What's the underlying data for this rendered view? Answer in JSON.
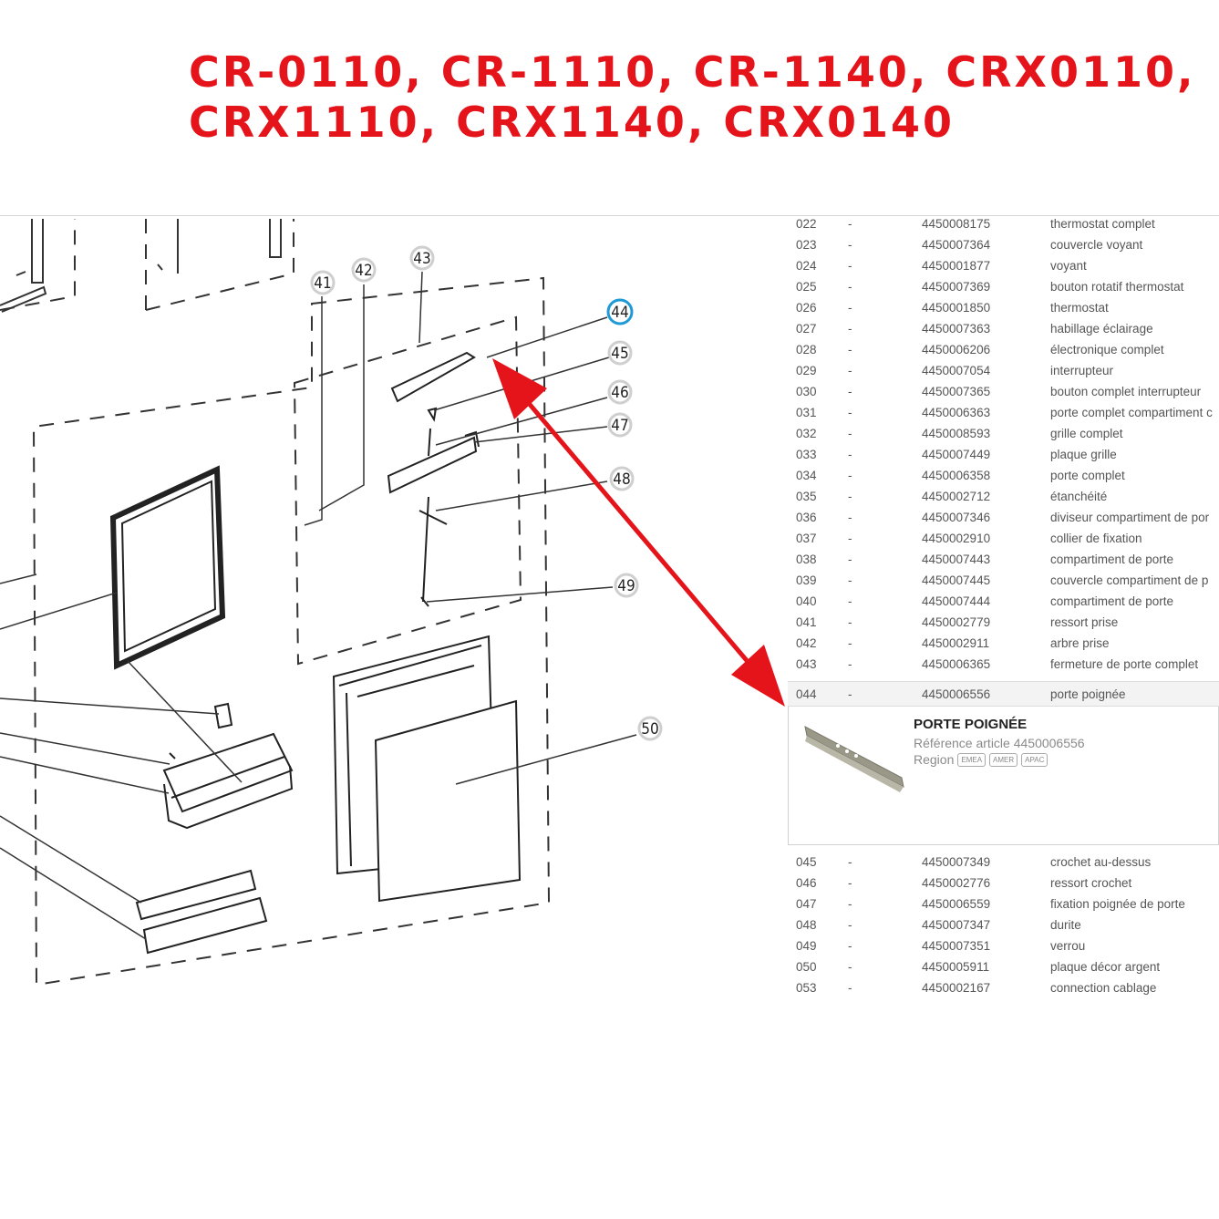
{
  "title": {
    "line1": "CR-0110, CR-1110, CR-1140, CRX0110,",
    "line2": "CRX1110, CRX1140, CRX0140"
  },
  "diagram": {
    "callouts": [
      "41",
      "42",
      "43",
      "44",
      "45",
      "46",
      "47",
      "48",
      "49",
      "50"
    ],
    "highlighted": "44"
  },
  "parts_before": [
    {
      "num": "022",
      "dash": "-",
      "ref": "4450008175",
      "desc": "thermostat complet"
    },
    {
      "num": "023",
      "dash": "-",
      "ref": "4450007364",
      "desc": "couvercle voyant"
    },
    {
      "num": "024",
      "dash": "-",
      "ref": "4450001877",
      "desc": "voyant"
    },
    {
      "num": "025",
      "dash": "-",
      "ref": "4450007369",
      "desc": "bouton rotatif thermostat"
    },
    {
      "num": "026",
      "dash": "-",
      "ref": "4450001850",
      "desc": "thermostat"
    },
    {
      "num": "027",
      "dash": "-",
      "ref": "4450007363",
      "desc": "habillage éclairage"
    },
    {
      "num": "028",
      "dash": "-",
      "ref": "4450006206",
      "desc": "électronique complet"
    },
    {
      "num": "029",
      "dash": "-",
      "ref": "4450007054",
      "desc": "interrupteur"
    },
    {
      "num": "030",
      "dash": "-",
      "ref": "4450007365",
      "desc": "bouton complet interrupteur"
    },
    {
      "num": "031",
      "dash": "-",
      "ref": "4450006363",
      "desc": "porte complet compartiment c"
    },
    {
      "num": "032",
      "dash": "-",
      "ref": "4450008593",
      "desc": "grille complet"
    },
    {
      "num": "033",
      "dash": "-",
      "ref": "4450007449",
      "desc": "plaque grille"
    },
    {
      "num": "034",
      "dash": "-",
      "ref": "4450006358",
      "desc": "porte complet"
    },
    {
      "num": "035",
      "dash": "-",
      "ref": "4450002712",
      "desc": "étanchéité"
    },
    {
      "num": "036",
      "dash": "-",
      "ref": "4450007346",
      "desc": "diviseur compartiment de por"
    },
    {
      "num": "037",
      "dash": "-",
      "ref": "4450002910",
      "desc": "collier de fixation"
    },
    {
      "num": "038",
      "dash": "-",
      "ref": "4450007443",
      "desc": "compartiment de porte"
    },
    {
      "num": "039",
      "dash": "-",
      "ref": "4450007445",
      "desc": "couvercle compartiment de p"
    },
    {
      "num": "040",
      "dash": "-",
      "ref": "4450007444",
      "desc": "compartiment de porte"
    },
    {
      "num": "041",
      "dash": "-",
      "ref": "4450002779",
      "desc": "ressort prise"
    },
    {
      "num": "042",
      "dash": "-",
      "ref": "4450002911",
      "desc": "arbre prise"
    },
    {
      "num": "043",
      "dash": "-",
      "ref": "4450006365",
      "desc": "fermeture de porte complet"
    }
  ],
  "selected": {
    "num": "044",
    "dash": "-",
    "ref": "4450006556",
    "desc": "porte poignée"
  },
  "detail": {
    "title": "PORTE POIGNÉE",
    "ref_label": "Référence article",
    "ref_value": "4450006556",
    "region_label": "Region",
    "regions": [
      "EMEA",
      "AMER",
      "APAC"
    ]
  },
  "parts_after": [
    {
      "num": "045",
      "dash": "-",
      "ref": "4450007349",
      "desc": "crochet au-dessus"
    },
    {
      "num": "046",
      "dash": "-",
      "ref": "4450002776",
      "desc": "ressort crochet"
    },
    {
      "num": "047",
      "dash": "-",
      "ref": "4450006559",
      "desc": "fixation poignée de porte"
    },
    {
      "num": "048",
      "dash": "-",
      "ref": "4450007347",
      "desc": "durite"
    },
    {
      "num": "049",
      "dash": "-",
      "ref": "4450007351",
      "desc": "verrou"
    },
    {
      "num": "050",
      "dash": "-",
      "ref": "4450005911",
      "desc": "plaque décor argent"
    },
    {
      "num": "053",
      "dash": "-",
      "ref": "4450002167",
      "desc": "connection cablage"
    }
  ],
  "colors": {
    "title": "#e5141b",
    "arrow": "#e5141b",
    "highlight": "#1e9ad6"
  }
}
